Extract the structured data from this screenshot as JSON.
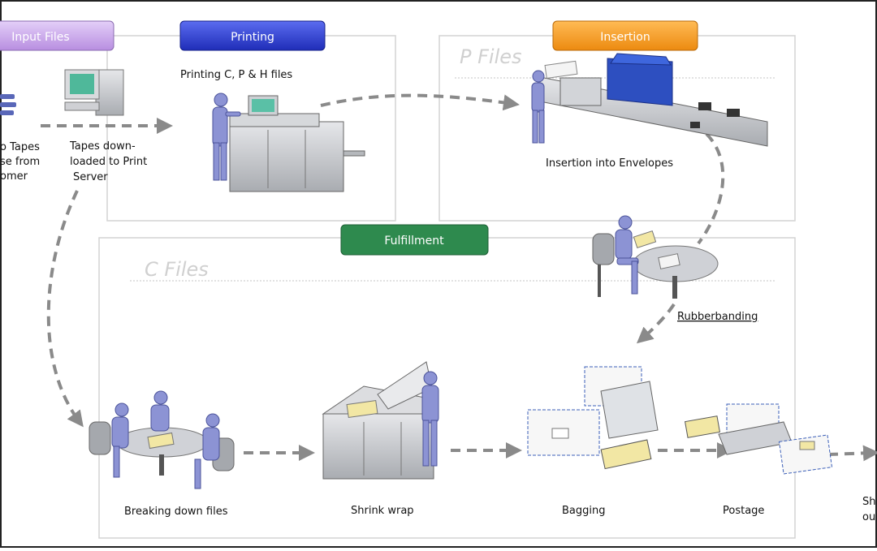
{
  "headers": {
    "input_files": "Input Files",
    "printing": "Printing",
    "insertion": "Insertion",
    "fulfillment": "Fulfillment"
  },
  "regions": {
    "p_files": "P Files",
    "c_files": "C Files"
  },
  "captions": {
    "tapes_line1": "o Tapes",
    "tapes_line2": "se from",
    "tapes_line3": "omer",
    "download_line1": "Tapes down-",
    "download_line2": "loaded to Print",
    "download_line3": "Server",
    "printing_files": "Printing C, P & H files",
    "insertion_envelopes": "Insertion into Envelopes",
    "rubberbanding": "Rubberbanding",
    "breaking_down": "Breaking down files",
    "shrink_wrap": "Shrink wrap",
    "bagging": "Bagging",
    "postage": "Postage",
    "ship_line1": "Sh",
    "ship_line2": "ou"
  },
  "colors": {
    "input_tab": "#c9a6ea",
    "printing_tab": "#2f3fcf",
    "insertion_tab": "#f39a1f",
    "fulfillment_tab": "#2e8a4e",
    "figure": "#8c93d4",
    "machine": "#c7c9cc",
    "arrow": "#8a8a8a"
  }
}
